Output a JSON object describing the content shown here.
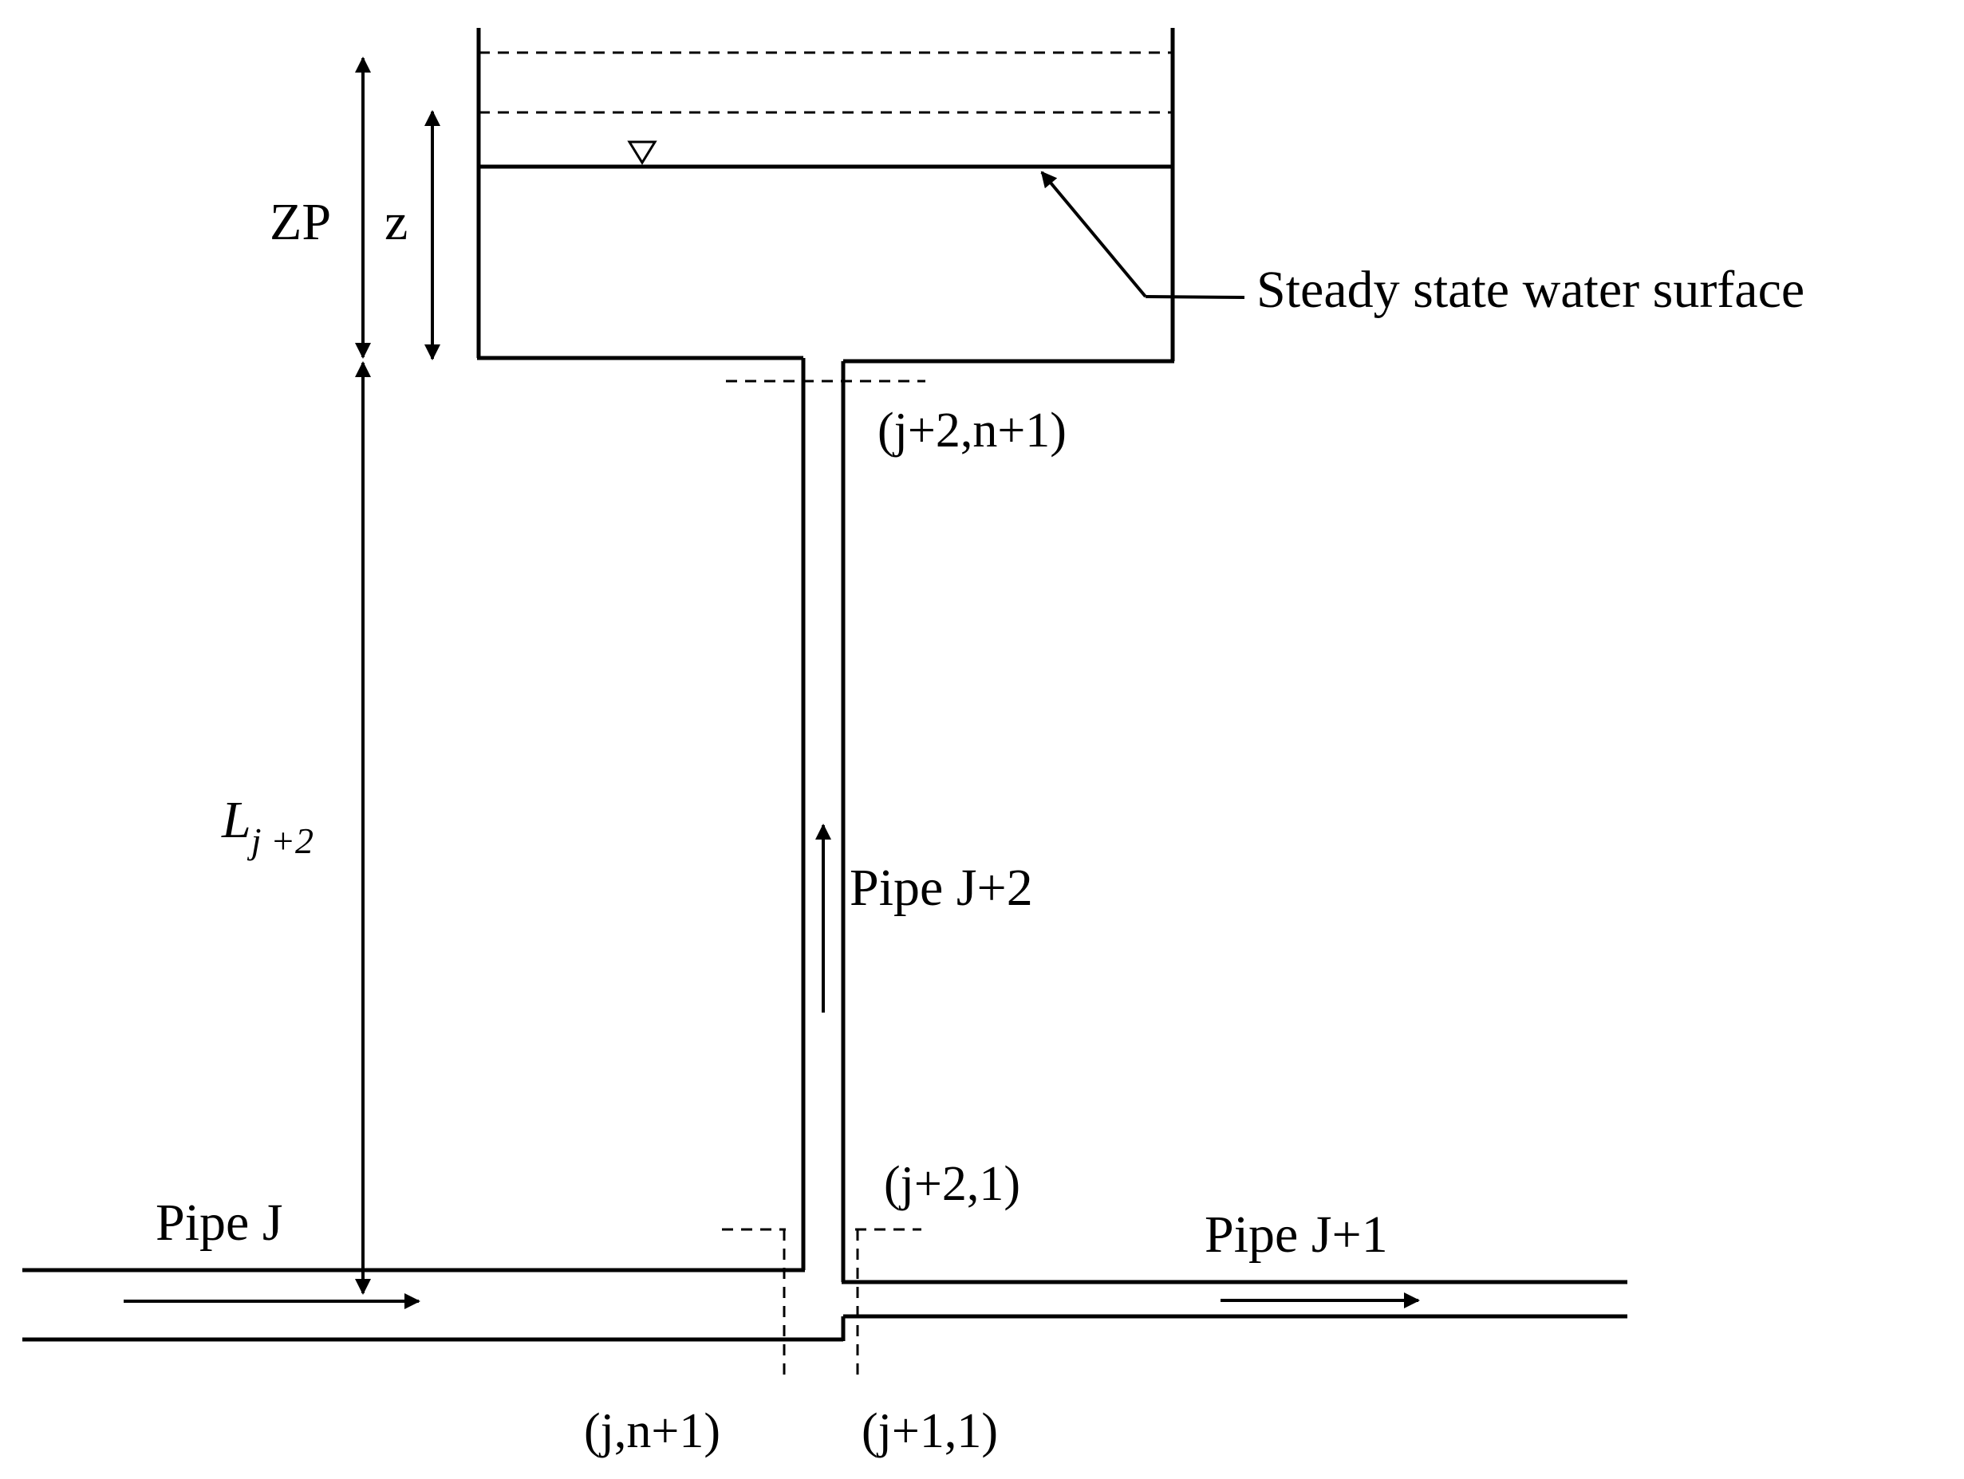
{
  "labels": {
    "zp": "ZP",
    "z": "z",
    "steady_surface": "Steady state water surface",
    "node_top": "(j+2,n+1)",
    "length_main": "L",
    "length_sub": "j +2",
    "pipe_riser": "Pipe J+2",
    "node_bottom_riser": "(j+2,1)",
    "pipe_inlet": "Pipe J",
    "pipe_outlet": "Pipe J+1",
    "node_pipe_j_end": "(j,n+1)",
    "node_pipe_j1_start": "(j+1,1)"
  },
  "symbols": {
    "water_level_marker": "inverted-triangle"
  },
  "colors": {
    "stroke": "#000000",
    "background": "#ffffff"
  }
}
